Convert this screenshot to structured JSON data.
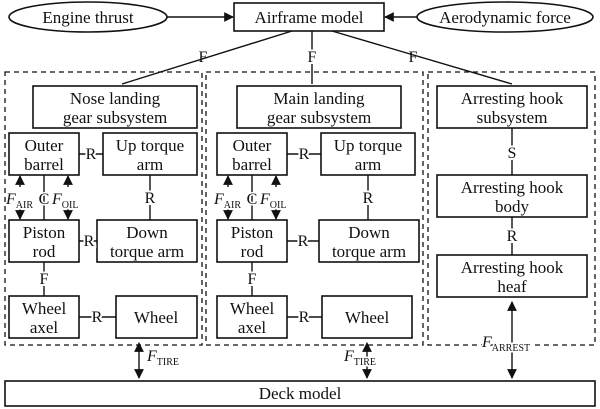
{
  "diagram": {
    "top": {
      "engine_thrust": "Engine thrust",
      "airframe_model": "Airframe model",
      "aerodynamic_force": "Aerodynamic force"
    },
    "connector_labels": {
      "f_left": "F",
      "f_middle": "F",
      "f_right": "F"
    },
    "nose_panel": {
      "title_line1": "Nose landing",
      "title_line2": "gear subsystem",
      "outer_barrel_line1": "Outer",
      "outer_barrel_line2": "barrel",
      "up_torque_line1": "Up torque",
      "up_torque_line2": "arm",
      "r_outer_up": "R",
      "r_up_down": "R",
      "piston_line1": "Piston",
      "piston_line2": "rod",
      "down_torque_line1": "Down",
      "down_torque_line2": "torque arm",
      "r_piston_down": "R",
      "f_air_main": "F",
      "f_air_sub": "AIR",
      "c_label": "C",
      "f_oil_main": "F",
      "f_oil_sub": "OIL",
      "f_piston_wheel": "F",
      "wheel_axel_line1": "Wheel",
      "wheel_axel_line2": "axel",
      "r_axel_wheel": "R",
      "wheel": "Wheel",
      "f_tire_main": "F",
      "f_tire_sub": "TIRE"
    },
    "main_panel": {
      "title_line1": "Main landing",
      "title_line2": "gear subsystem",
      "outer_barrel_line1": "Outer",
      "outer_barrel_line2": "barrel",
      "up_torque_line1": "Up torque",
      "up_torque_line2": "arm",
      "r_outer_up": "R",
      "r_up_down": "R",
      "piston_line1": "Piston",
      "piston_line2": "rod",
      "down_torque_line1": "Down",
      "down_torque_line2": "torque arm",
      "r_piston_down": "R",
      "f_air_main": "F",
      "f_air_sub": "AIR",
      "c_label": "C",
      "f_oil_main": "F",
      "f_oil_sub": "OIL",
      "f_piston_wheel": "F",
      "wheel_axel_line1": "Wheel",
      "wheel_axel_line2": "axel",
      "r_axel_wheel": "R",
      "wheel": "Wheel",
      "f_tire_main": "F",
      "f_tire_sub": "TIRE"
    },
    "hook_panel": {
      "subsystem_line1": "Arresting hook",
      "subsystem_line2": "subsystem",
      "s_label": "S",
      "body_line1": "Arresting hook",
      "body_line2": "body",
      "r_label": "R",
      "heaf_line1": "Arresting hook",
      "heaf_line2": "heaf",
      "f_arrest_main": "F",
      "f_arrest_sub": "ARREST"
    },
    "deck_model": "Deck model"
  }
}
